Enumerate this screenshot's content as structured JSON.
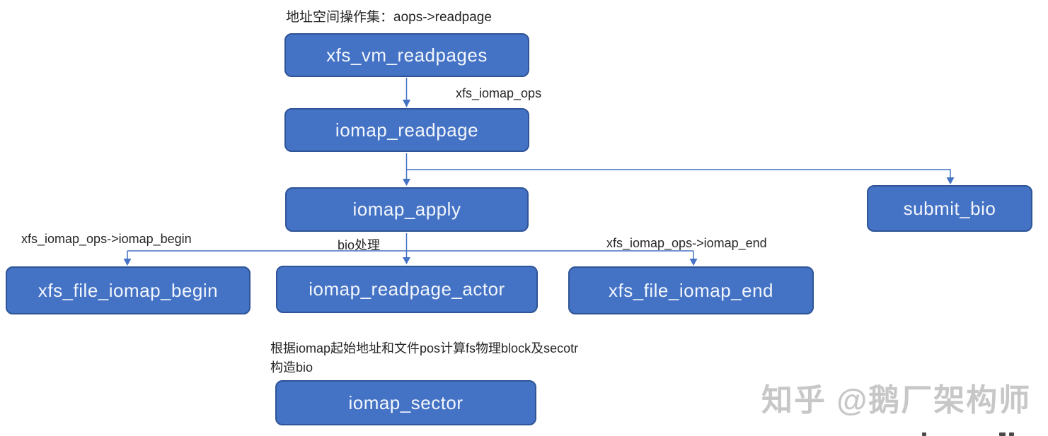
{
  "diagram": {
    "top_label": "地址空间操作集：aops->readpage",
    "nodes": {
      "xfs_vm_readpages": "xfs_vm_readpages",
      "iomap_readpage": "iomap_readpage",
      "iomap_apply": "iomap_apply",
      "submit_bio": "submit_bio",
      "xfs_file_iomap_begin": "xfs_file_iomap_begin",
      "iomap_readpage_actor": "iomap_readpage_actor",
      "xfs_file_iomap_end": "xfs_file_iomap_end",
      "iomap_sector": "iomap_sector"
    },
    "edge_labels": {
      "xfs_iomap_ops": "xfs_iomap_ops",
      "iomap_begin": "xfs_iomap_ops->iomap_begin",
      "bio_handling": "bio处理",
      "iomap_end": "xfs_iomap_ops->iomap_end"
    },
    "annotation_line1": "根据iomap起始地址和文件pos计算fs物理block及secotr",
    "annotation_line2": "构造bio",
    "colors": {
      "node_fill": "#4472C4",
      "node_border": "#2F5597",
      "node_text": "#F2F6FC",
      "connector": "#4472C4",
      "label_text": "#262626",
      "watermark": "#C7C7C7"
    }
  },
  "watermark": {
    "text": "知乎 @鹅厂架构师"
  }
}
